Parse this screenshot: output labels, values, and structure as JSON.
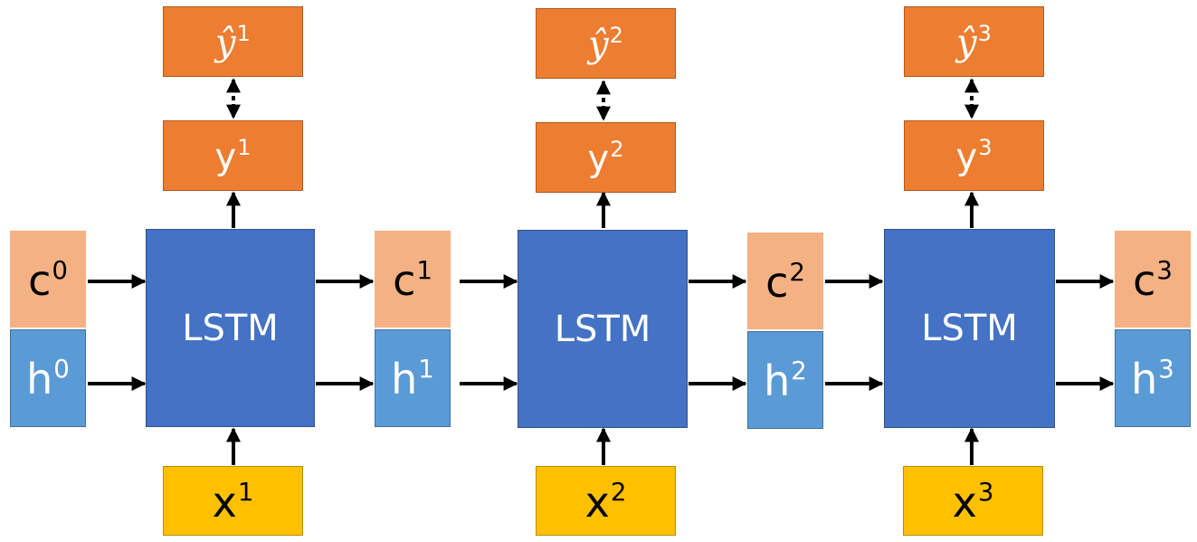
{
  "colors": {
    "lstm": "#4472c4",
    "output": "#ed7d31",
    "input": "#ffc000",
    "cell_state": "#f4b183",
    "hidden_state": "#5b9bd5",
    "arrow": "#000000"
  },
  "lstm_label": "LSTM",
  "initial_state": {
    "c": "c",
    "c_sup": "0",
    "h": "h",
    "h_sup": "0"
  },
  "steps": [
    {
      "yhat": "ŷ",
      "yhat_sup": "1",
      "y": "y",
      "y_sup": "1",
      "x": "x",
      "x_sup": "1",
      "c": "c",
      "c_sup": "1",
      "h": "h",
      "h_sup": "1"
    },
    {
      "yhat": "ŷ",
      "yhat_sup": "2",
      "y": "y",
      "y_sup": "2",
      "x": "x",
      "x_sup": "2",
      "c": "c",
      "c_sup": "2",
      "h": "h",
      "h_sup": "2"
    },
    {
      "yhat": "ŷ",
      "yhat_sup": "3",
      "y": "y",
      "y_sup": "3",
      "x": "x",
      "x_sup": "3",
      "c": "c",
      "c_sup": "3",
      "h": "h",
      "h_sup": "3"
    }
  ]
}
